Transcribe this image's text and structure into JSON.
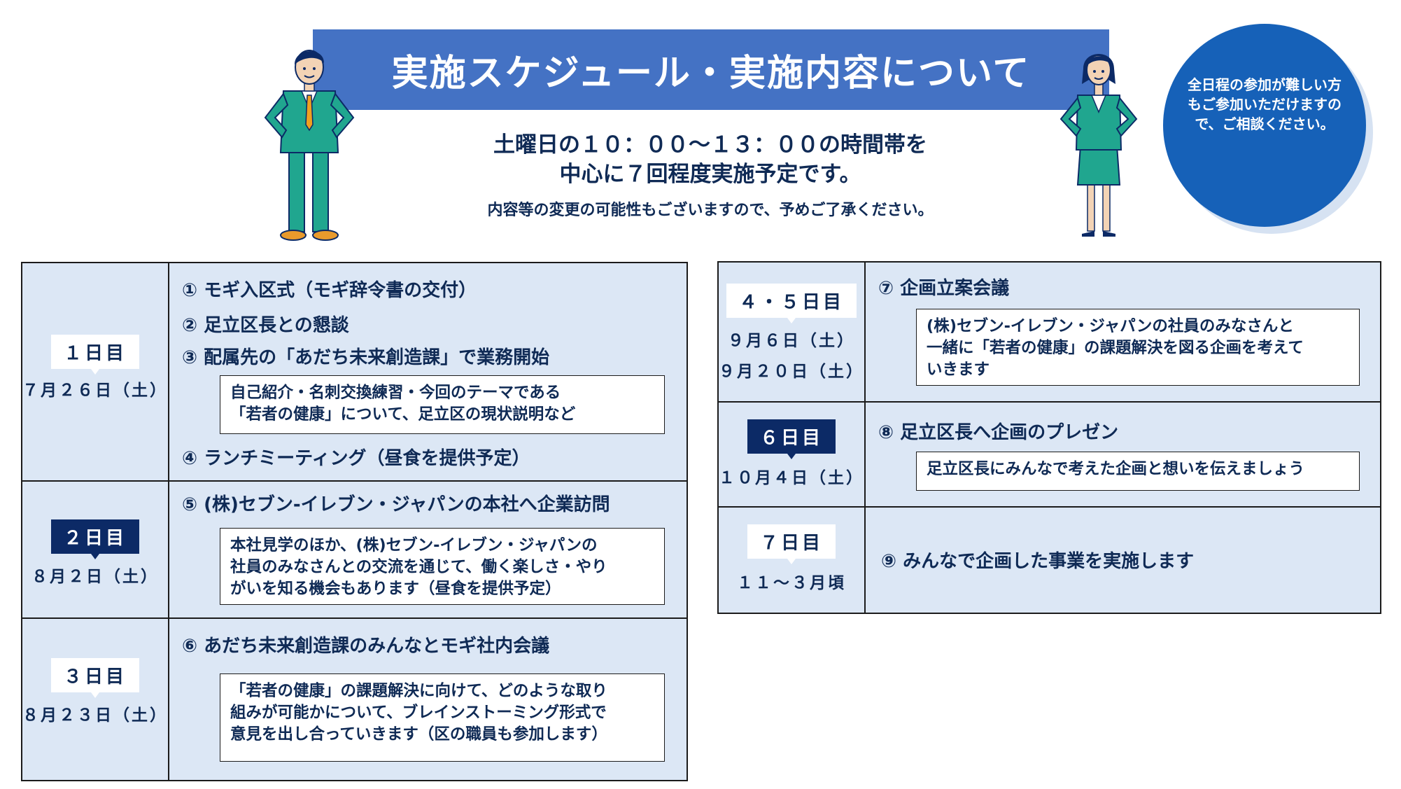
{
  "header": {
    "title": "実施スケジュール・実施内容について",
    "subtitle_line1": "土曜日の１０：００～１３：００の時間帯を",
    "subtitle_line2": "中心に７回程度実施予定です。",
    "note": "内容等の変更の可能性もございますので、予めご了承ください。"
  },
  "badge": {
    "text": "全日程の参加が難しい方\nもご参加いただけますの\nで、ご相談ください。"
  },
  "colors": {
    "title_bar": "#4472c4",
    "badge": "#1661b8",
    "cell_bg": "#dce7f5",
    "dark_label": "#0c2a66",
    "text": "#0f2a55"
  },
  "left_table": {
    "rows": [
      {
        "day": "１日目",
        "dates": [
          "７月２６日（土）"
        ],
        "items": [
          "① モギ入区式（モギ辞令書の交付）",
          "② 足立区長との懇談",
          "③ 配属先の「あだち未来創造課」で業務開始",
          "④ ランチミーティング（昼食を提供予定）"
        ],
        "box": "自己紹介・名刺交換練習・今回のテーマである\n「若者の健康」について、足立区の現状説明など"
      },
      {
        "day": "２日目",
        "dates": [
          "８月２日（土）"
        ],
        "items": [
          "⑤ (株)セブン‐イレブン・ジャパンの本社へ企業訪問"
        ],
        "box": "本社見学のほか、(株)セブン‐イレブン・ジャパンの\n社員のみなさんとの交流を通じて、働く楽しさ・やり\nがいを知る機会もあります（昼食を提供予定）"
      },
      {
        "day": "３日目",
        "dates": [
          "８月２３日（土）"
        ],
        "items": [
          "⑥ あだち未来創造課のみんなとモギ社内会議"
        ],
        "box": "「若者の健康」の課題解決に向けて、どのような取り\n組みが可能かについて、ブレインストーミング形式で\n意見を出し合っていきます（区の職員も参加します）"
      }
    ]
  },
  "right_table": {
    "rows": [
      {
        "day": "４・５日目",
        "dates": [
          "９月６日（土）",
          "９月２０日（土）"
        ],
        "items": [
          "⑦ 企画立案会議"
        ],
        "box": "(株)セブン‐イレブン・ジャパンの社員のみなさんと\n一緒に「若者の健康」の課題解決を図る企画を考えて\nいきます"
      },
      {
        "day": "６日目",
        "dates": [
          "１０月４日（土）"
        ],
        "items": [
          "⑧ 足立区長へ企画のプレゼン"
        ],
        "box": "足立区長にみんなで考えた企画と想いを伝えましょう"
      },
      {
        "day": "７日目",
        "dates": [
          "１１～３月頃"
        ],
        "items": [
          "⑨ みんなで企画した事業を実施します"
        ]
      }
    ]
  }
}
